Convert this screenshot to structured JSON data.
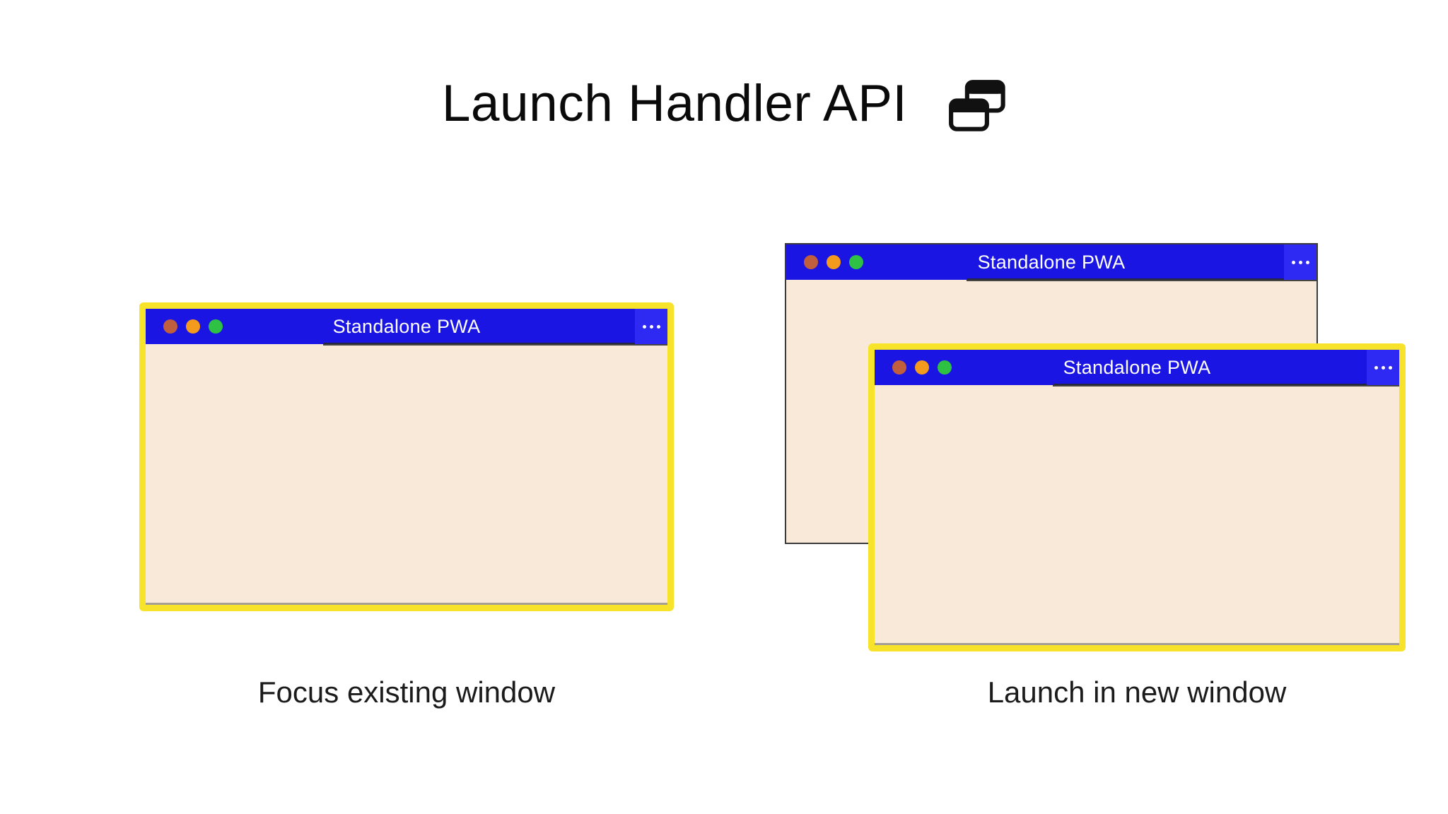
{
  "header": {
    "title": "Launch Handler API",
    "icon": "overlapping-windows-icon"
  },
  "colors": {
    "titlebar_blue": "#1a15e2",
    "menu_button_blue": "#2f2af3",
    "window_body_cream": "#f8e9d8",
    "highlight_yellow": "#f8e32b",
    "plain_window_border": "#3c3c3c",
    "traffic_red": "#c05f3d",
    "traffic_orange": "#f49b1e",
    "traffic_green": "#2fc144",
    "titlebar_text": "#ffffff"
  },
  "windows": [
    {
      "name": "existing-window",
      "title": "Standalone PWA",
      "highlighted": true
    },
    {
      "name": "background-window",
      "title": "Standalone PWA",
      "highlighted": false
    },
    {
      "name": "new-window",
      "title": "Standalone PWA",
      "highlighted": true
    }
  ],
  "captions": {
    "left": "Focus existing window",
    "right": "Launch in new window"
  }
}
